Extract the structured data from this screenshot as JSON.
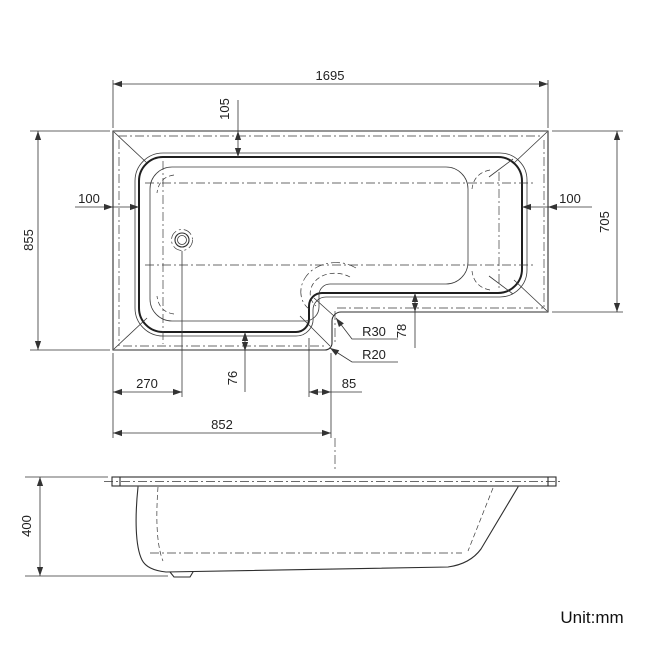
{
  "page": {
    "background": "#ffffff",
    "line_color": "#2e2e2e",
    "unit_label": "Unit:mm"
  },
  "top_view": {
    "dims": {
      "overall_length": "1695",
      "overall_width": "855",
      "right_section_width": "705",
      "top_rim_width": "105",
      "left_rim_width": "100",
      "right_rim_width": "100",
      "bottom_left_rim_width": "76",
      "bottom_right_rim_width": "78",
      "drain_from_left": "270",
      "left_section_length": "852",
      "step_width": "85",
      "step_inner_radius": "R30",
      "step_outer_radius": "R20"
    }
  },
  "side_view": {
    "dims": {
      "height": "400"
    }
  }
}
